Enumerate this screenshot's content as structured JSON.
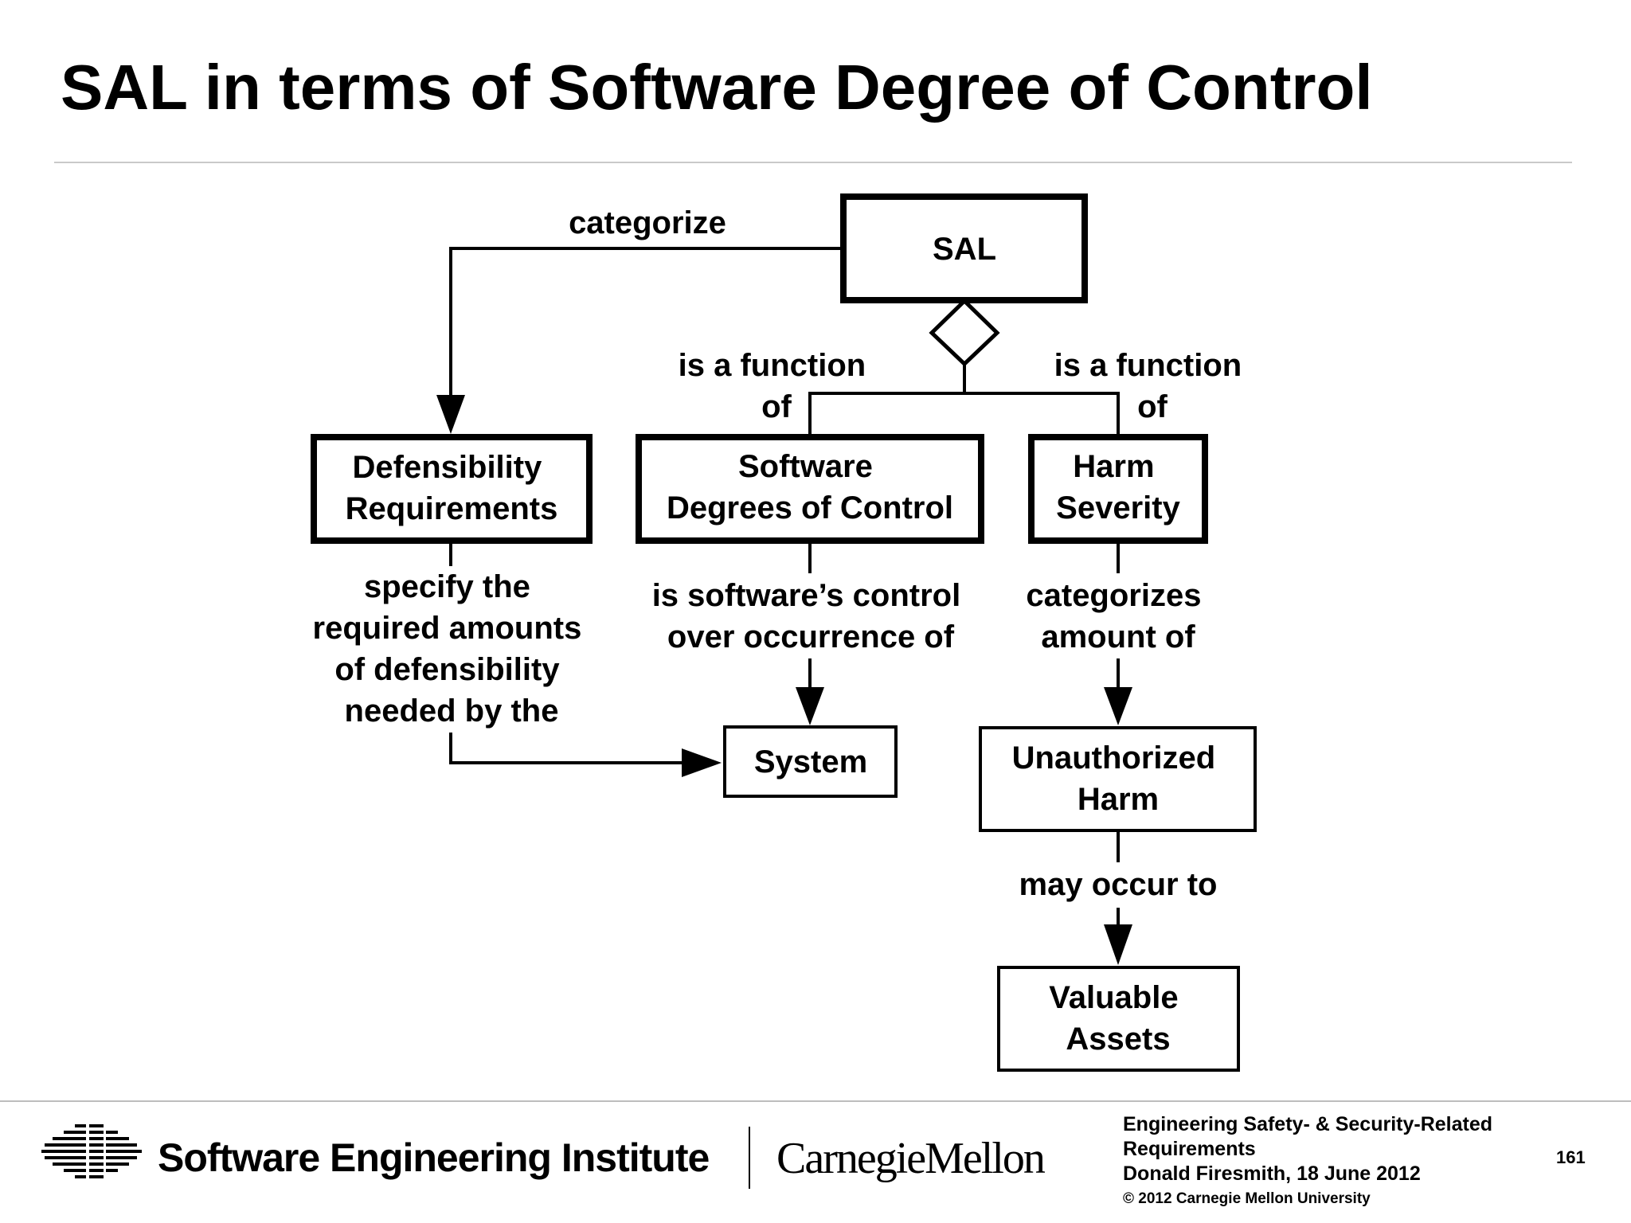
{
  "slide": {
    "title": "SAL in terms of Software Degree of Control"
  },
  "diagram": {
    "nodes": {
      "sal": [
        "SAL"
      ],
      "defensibility": [
        "Defensibility",
        "Requirements"
      ],
      "sw_control": [
        "Software",
        "Degrees of Control"
      ],
      "harm_severity": [
        "Harm",
        "Severity"
      ],
      "system": [
        "System"
      ],
      "unauthorized_harm": [
        "Unauthorized",
        "Harm"
      ],
      "valuable_assets": [
        "Valuable",
        "Assets"
      ]
    },
    "edges": {
      "categorize": [
        "categorize"
      ],
      "function_left": [
        "is a function",
        "of"
      ],
      "function_right": [
        "is a function",
        "of"
      ],
      "specify": [
        "specify the",
        "required amounts",
        "of defensibility",
        "needed by the"
      ],
      "control_over": [
        "is software’s control",
        "over occurrence of"
      ],
      "categorizes": [
        "categorizes",
        "amount of"
      ],
      "may_occur": [
        "may occur to"
      ]
    }
  },
  "footer": {
    "sei_name": "Software Engineering Institute",
    "cmu_name": "CarnegieMellon",
    "info_lines": [
      "Engineering Safety- & Security-Related",
      "Requirements",
      "Donald Firesmith,  18 June 2012"
    ],
    "copyright": "© 2012 Carnegie Mellon University",
    "page_number": "161"
  }
}
